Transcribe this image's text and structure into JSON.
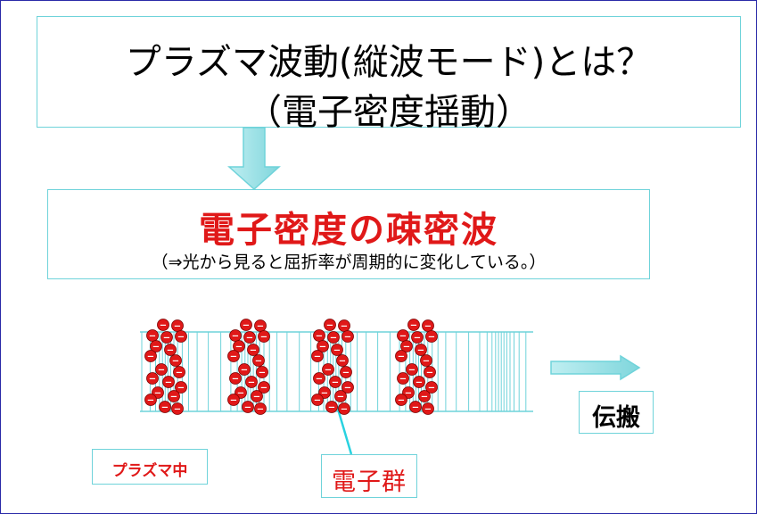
{
  "title": {
    "line1": "プラズマ波動(縦波モード)とは？",
    "line2": "（電子密度揺動）"
  },
  "wave": {
    "title": "電子密度の疎密波",
    "subtitle": "（⇒光から見ると屈折率が周期的に変化している。）"
  },
  "labels": {
    "propagation": "伝搬",
    "plasma": "プラズマ中",
    "electron_group": "電子群"
  },
  "electron_symbol": "−",
  "colors": {
    "accent_cyan": "#6fd3da",
    "electron_red": "#e01818",
    "slide_border": "#2a2aa8"
  }
}
